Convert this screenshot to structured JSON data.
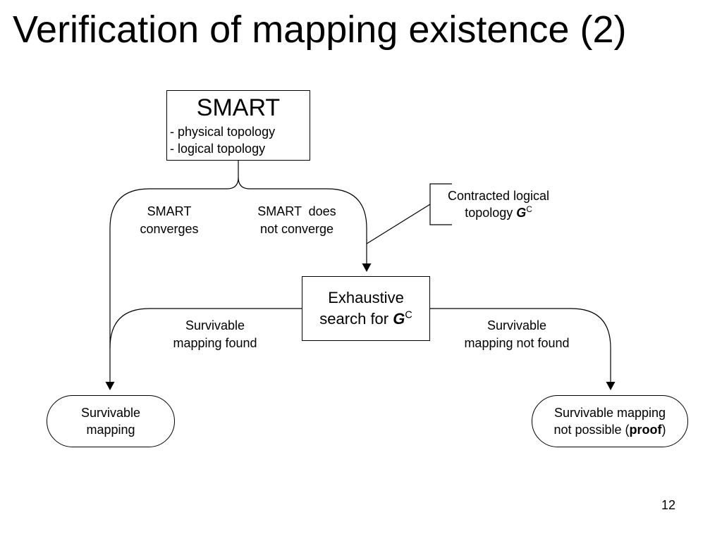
{
  "slide": {
    "title": "Verification of mapping existence (2)",
    "page_number": "12"
  },
  "nodes": {
    "smart": {
      "title": "SMART",
      "items": [
        "- physical topology",
        "- logical topology"
      ]
    },
    "search": {
      "line1": "Exhaustive",
      "line2": "search for ",
      "symbol": "G",
      "superscript": "C"
    },
    "mapping": {
      "line1": "Survivable",
      "line2": "mapping"
    },
    "no_mapping": {
      "line1": "Survivable mapping",
      "line2_prefix": "not possible (",
      "line2_bold": "proof",
      "line2_suffix": ")"
    }
  },
  "labels": {
    "converges": [
      "SMART",
      "converges"
    ],
    "not_converge": [
      "SMART  does",
      "not converge"
    ],
    "found": [
      "Survivable",
      "mapping found"
    ],
    "not_found": [
      "Survivable",
      "mapping not found"
    ]
  },
  "callout": {
    "line1": "Contracted logical",
    "line2": "topology ",
    "symbol": "G",
    "superscript": "C"
  }
}
